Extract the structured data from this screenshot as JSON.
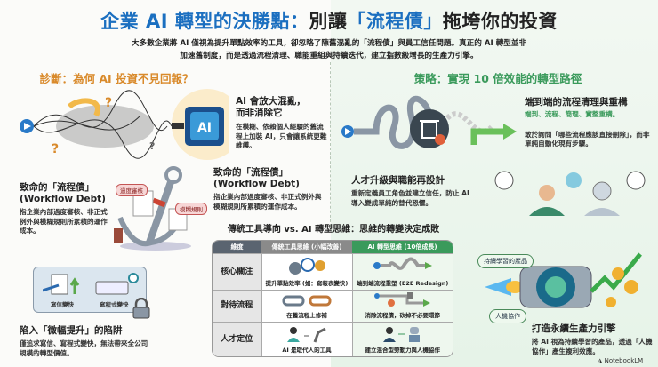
{
  "header": {
    "title_part1": "企業 AI 轉型的決勝點：",
    "title_part2": "別讓",
    "title_part3": "「流程債」",
    "title_part4": "拖垮你的投資",
    "subtitle_line1": "大多數企業將 AI 僅視為提升單點效率的工具，卻忽略了陳舊混亂的「流程債」與員工信任問題。真正的 AI 轉型並非",
    "subtitle_line2": "加速舊制度，而是透過流程清理、職能重組與持續迭代，建立指數級增長的生產力引擎。"
  },
  "diagnosis": {
    "heading": "診斷：為何 AI 投資不見回報？",
    "chaos": {
      "title_line1": "AI 會放大混亂，",
      "title_line2": "而非消除它",
      "desc": "在模糊、依賴個人經驗的舊流程上加裝 AI，只會讓系統更難維護。",
      "chip_label": "AI"
    },
    "debt_left": {
      "title_line1": "致命的「流程債」",
      "title_line2": "(Workflow Debt)",
      "desc": "指企業內部過度審核、非正式例外與模糊規則所累積的運作成本。"
    },
    "debt_right": {
      "title_line1": "致命的「流程債」",
      "title_line2": "(Workflow Debt)",
      "desc": "指企業內部過度審核、非正式例外與模糊規則所累積的運作成本。"
    },
    "anchor_tags": [
      "過度審核",
      "模糊規則"
    ],
    "trap": {
      "card_labels": [
        "寫信變快",
        "寫程式變快"
      ],
      "title": "陷入「微幅提升」的陷阱",
      "desc": "僅追求寫信、寫程式變快，無法帶來全公司規模的轉型價值。"
    }
  },
  "strategy": {
    "heading": "策略：實現 10 倍效能的轉型路徑",
    "cleanup": {
      "title": "端到端的流程清理與重構",
      "subtitle": "端到、流程、簡理、實整重構。",
      "desc": "敢於詢問「哪些流程應該直接刪除」，而非單純自動化現有步驟。"
    },
    "talent": {
      "title": "人才升級與職能再設計",
      "desc": "重新定義員工角色並建立信任，防止 AI 導入變成單純的替代恐懼。"
    },
    "engine": {
      "tags": [
        "持續學習的產品",
        "人機協作"
      ],
      "title": "打造永續生產力引擎",
      "desc": "將 AI 視為持續學習的產品，透過「人機協作」產生複利效應。"
    }
  },
  "comparison": {
    "title": "傳統工具導向 vs. AI 轉型思維：思維的轉變決定成敗",
    "headers": [
      "維度",
      "傳統工具思維 (小幅改善)",
      "AI 轉型思維 (10倍成長)"
    ],
    "rows": [
      {
        "dimension": "核心關注",
        "traditional": "提升單點效率 (如：寫報表變快)",
        "ai": "端到端流程重塑 (E2E Redesign)"
      },
      {
        "dimension": "對待流程",
        "traditional": "在舊流程上修補",
        "ai": "消除流程債，砍掉不必要環節"
      },
      {
        "dimension": "人才定位",
        "traditional": "AI 是取代人的工具",
        "ai": "建立混合型勞動力與人機協作"
      }
    ],
    "colors": {
      "dim_header": "#5a6470",
      "trad_header": "#8a8a8a",
      "ai_header": "#3a9a5b"
    }
  },
  "footer": {
    "brand": "NotebookLM"
  },
  "colors": {
    "blue": "#1b6fc0",
    "orange": "#d98a2b",
    "green": "#3a9a5b"
  }
}
